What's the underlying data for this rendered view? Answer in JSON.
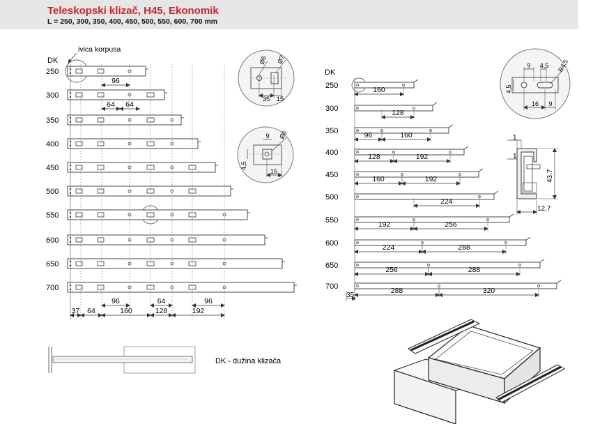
{
  "header": {
    "title": "Teleskopski klizač, H45, Ekonomik",
    "subtitle": "L = 250, 300, 350, 400, 450, 500, 550, 600, 700 mm"
  },
  "left": {
    "dk_label": "DK",
    "cabinet_edge_label": "ivica korpusa",
    "rows": [
      {
        "label": "250"
      },
      {
        "label": "300"
      },
      {
        "label": "350"
      },
      {
        "label": "400"
      },
      {
        "label": "450"
      },
      {
        "label": "500"
      },
      {
        "label": "550"
      },
      {
        "label": "600"
      },
      {
        "label": "650"
      },
      {
        "label": "700"
      }
    ],
    "dim_250": "96",
    "dim_300_a": "64",
    "dim_300_b": "64",
    "bottom_top": [
      "96",
      "64",
      "96"
    ],
    "bottom_low": [
      "37",
      "64",
      "160",
      "128",
      "192"
    ]
  },
  "detail1": {
    "d1": "Ø6",
    "d2": "Ø7",
    "w1": "35",
    "w2": "15"
  },
  "detail2": {
    "w": "9",
    "d": "Ø6",
    "h": "4,5",
    "b": "15"
  },
  "right": {
    "dk_label": "DK",
    "rows": [
      {
        "label": "250",
        "dims": [
          "160"
        ]
      },
      {
        "label": "300",
        "dims": [
          "128"
        ]
      },
      {
        "label": "350",
        "dims": [
          "96",
          "160"
        ]
      },
      {
        "label": "400",
        "dims": [
          "128",
          "192"
        ]
      },
      {
        "label": "450",
        "dims": [
          "160",
          "192"
        ]
      },
      {
        "label": "500",
        "dims": [
          "224"
        ]
      },
      {
        "label": "550",
        "dims": [
          "192",
          "256"
        ]
      },
      {
        "label": "600",
        "dims": [
          "224",
          "288"
        ]
      },
      {
        "label": "650",
        "dims": [
          "256",
          "288"
        ]
      },
      {
        "label": "700",
        "dims": [
          "288",
          "320"
        ]
      }
    ],
    "dim_35": "35"
  },
  "detail3": {
    "a": "9",
    "b": "4,5",
    "r": "R4,5",
    "h": "4,5",
    "c": "16",
    "d": "9"
  },
  "profile": {
    "t1": "1",
    "t2": "1",
    "height": "43,7",
    "width": "12,7"
  },
  "legend": {
    "text": "DK - dužina klizača"
  }
}
